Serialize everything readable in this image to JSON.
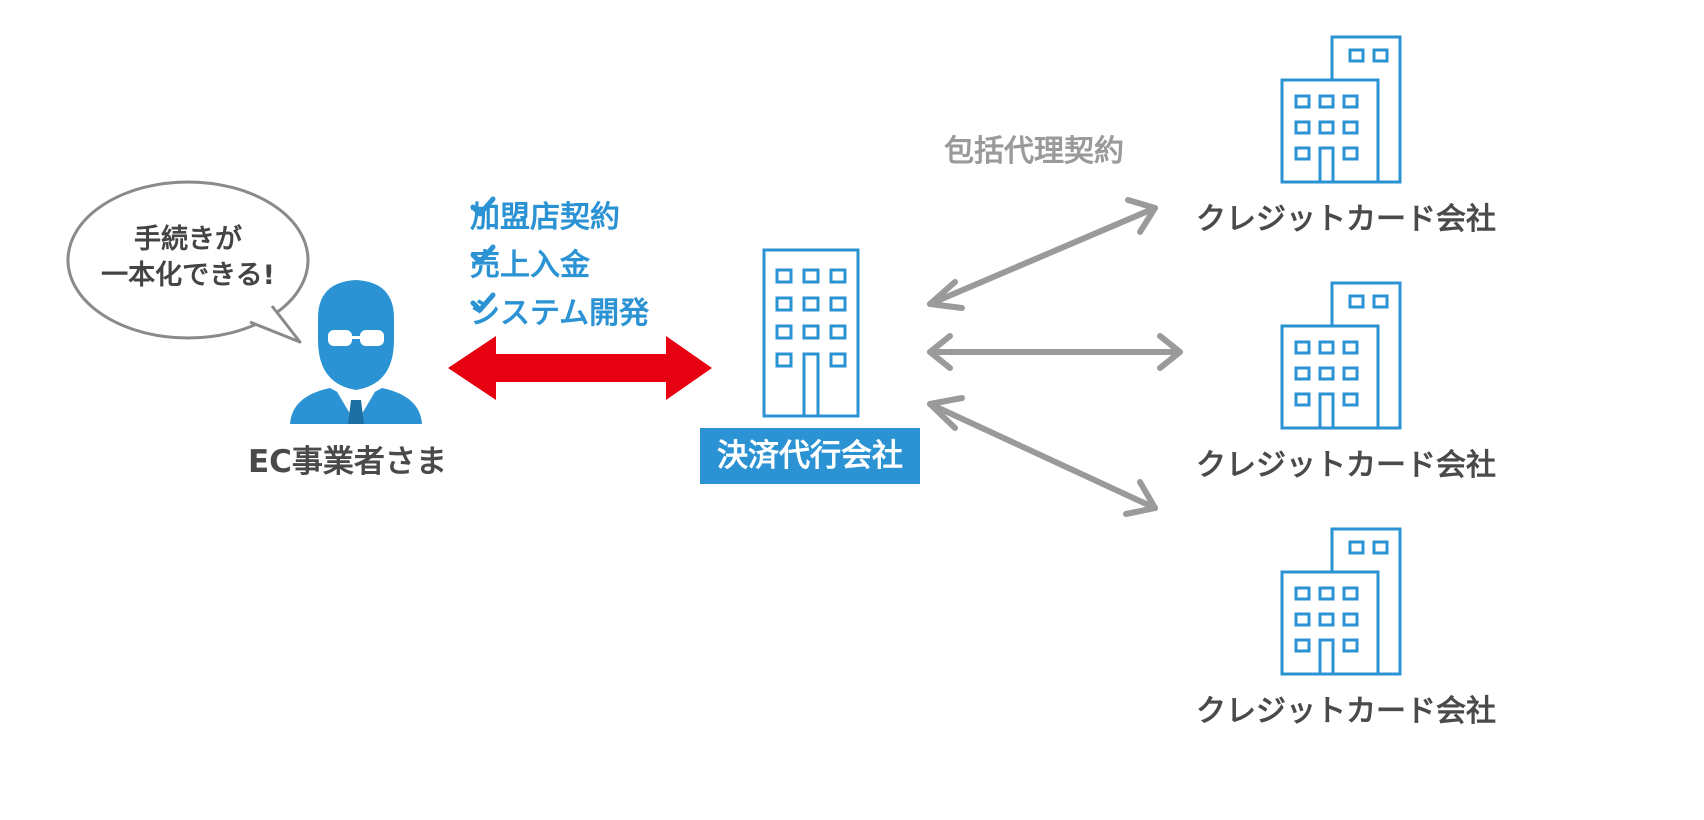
{
  "speech_bubble": {
    "line1": "手続きが",
    "line2": "一本化できる!"
  },
  "merchant": {
    "label": "EC事業者さま",
    "icon": "businessman-icon"
  },
  "services": [
    "加盟店契約",
    "売上入金",
    "システム開発"
  ],
  "agent": {
    "label": "決済代行会社",
    "icon": "office-building-icon"
  },
  "contract_label": "包括代理契約",
  "card_companies": [
    {
      "label": "クレジットカード会社"
    },
    {
      "label": "クレジットカード会社"
    },
    {
      "label": "クレジットカード会社"
    }
  ],
  "colors": {
    "accent_blue": "#2b93d3",
    "red_arrow": "#e60012",
    "grey_arrow": "#9a9a9a",
    "text_dark": "#4a4a4a"
  }
}
